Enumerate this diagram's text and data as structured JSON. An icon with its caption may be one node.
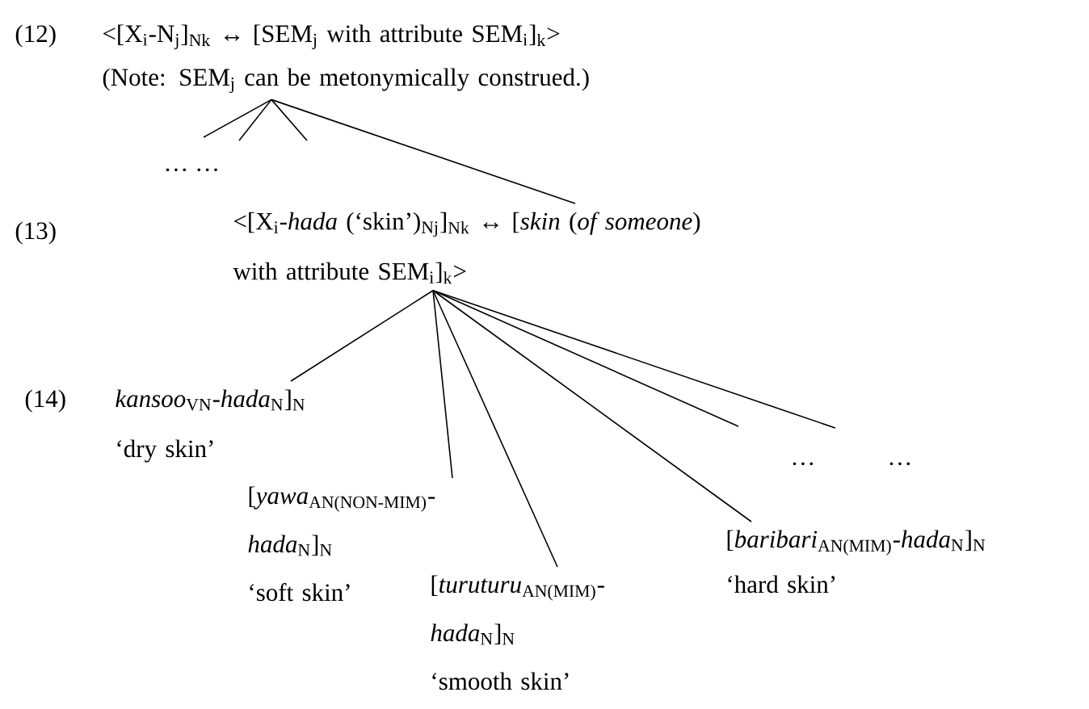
{
  "diagram": {
    "nodes": [
      {
        "text": [
          "<[X$_{i}$-N$_{j}$]$_{Nk}$ ↔ [SEM$_{j}$ with attribute SEM$_{i}$]$_{k}$>",
          "(Note: SEM$_{j}$ can be metonymically construed.)"
        ],
        "beside": [
          "(12)"
        ]
      },
      {
        "text": [
          "<[X$_{i}$-*hada* (‘skin’)$_{Nj}$]$_{Nk}$ ↔ [*skin* (*of someone*) with attribute SEM$_{i}$]$_{k}$>"
        ]
      },
      {
        "text": [
          "*kansoo*$_{VN}$-*hada*$_{N}$]$_{N}$",
          "‘dry skin’"
        ],
        "beside": [
          "(14)"
        ]
      },
      {
        "text": [
          "[*yawa*$_{AN(NON-MIM)}$-*hada*$_{N}$]$_{N}$",
          "‘soft skin’"
        ]
      },
      {
        "text": [
          "[*turuturu*$_{AN(MIM)}$-*hada*$_{N}$]$_{N}$",
          "‘smooth skin’"
        ]
      },
      {
        "text": [
          "[*baribari*$_{AN(MIM)}$-*hada*$_{N}$]$_{N}$",
          "‘hard skin’"
        ]
      }
    ],
    "edges": [
      {
        "from": 0,
        "to": null,
        "arrow": "none"
      },
      {
        "from": 0,
        "to": null,
        "arrow": "none"
      },
      {
        "from": 0,
        "to": null,
        "arrow": "none"
      },
      {
        "from": 0,
        "to": 1,
        "arrow": "none"
      },
      {
        "from": 1,
        "to": 2,
        "arrow": "none"
      },
      {
        "from": 1,
        "to": 3,
        "arrow": "none"
      },
      {
        "from": 1,
        "to": 4,
        "arrow": "none"
      },
      {
        "from": 1,
        "to": 5,
        "arrow": "none"
      },
      {
        "from": 1,
        "to": null,
        "arrow": "none"
      },
      {
        "from": 1,
        "to": null,
        "arrow": "none"
      }
    ],
    "labels": [
      "… …",
      "(13)",
      "…",
      "…"
    ]
  }
}
